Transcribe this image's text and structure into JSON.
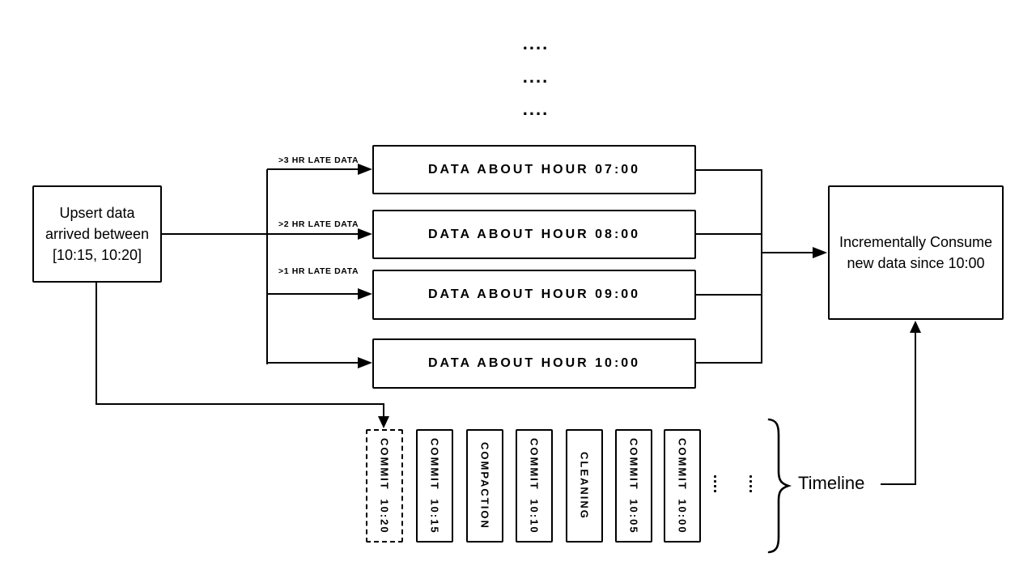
{
  "diagram": {
    "top_dots": [
      "....",
      "....",
      "...."
    ],
    "source_box": {
      "line1": "Upsert data",
      "line2": "arrived between",
      "line3": "[10:15, 10:20]"
    },
    "late_arrows": [
      {
        "label": ">3 HR LATE DATA"
      },
      {
        "label": ">2 HR LATE DATA"
      },
      {
        "label": ">1 HR LATE DATA"
      }
    ],
    "hour_boxes": [
      {
        "label": "DATA ABOUT HOUR 07:00"
      },
      {
        "label": "DATA ABOUT HOUR 08:00"
      },
      {
        "label": "DATA ABOUT HOUR 09:00"
      },
      {
        "label": "DATA ABOUT HOUR 10:00"
      }
    ],
    "consumer_box": {
      "line1": "Incrementally Consume",
      "line2": "new data since 10:00"
    },
    "timeline": {
      "label": "Timeline",
      "items": [
        {
          "label": "COMMIT 10:20",
          "pending": true
        },
        {
          "label": "COMMIT 10:15",
          "pending": false
        },
        {
          "label": "COMPACTION",
          "pending": false
        },
        {
          "label": "COMMIT 10:10",
          "pending": false
        },
        {
          "label": "CLEANING",
          "pending": false
        },
        {
          "label": "COMMIT 10:05",
          "pending": false
        },
        {
          "label": "COMMIT 10:00",
          "pending": false
        }
      ]
    },
    "colors": {
      "ink": "#000000",
      "background": "#ffffff"
    }
  }
}
